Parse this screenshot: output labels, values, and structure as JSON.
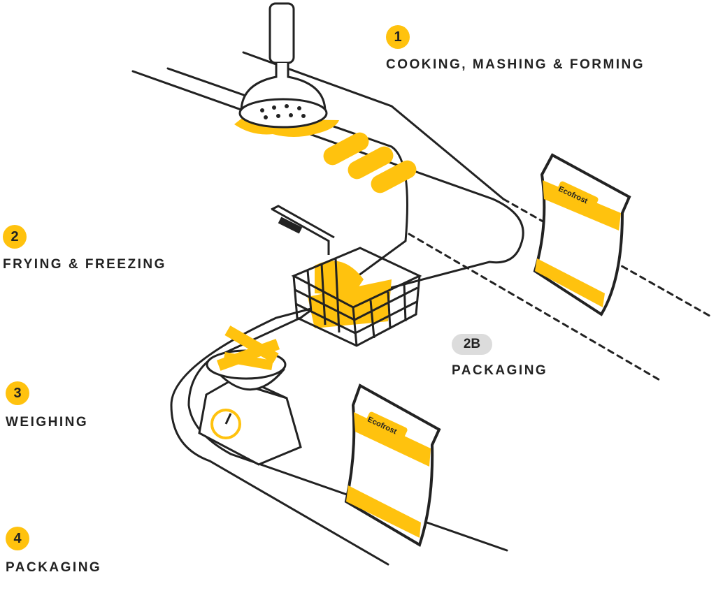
{
  "steps": [
    {
      "number": "1",
      "label": "COOKING, MASHING & FORMING"
    },
    {
      "number": "2",
      "label": "FRYING & FREEZING"
    },
    {
      "number": "3",
      "label": "WEIGHING"
    },
    {
      "number": "4",
      "label": "PACKAGING"
    },
    {
      "number": "2B",
      "label": "PACKAGING"
    }
  ],
  "brand": "Ecofrost",
  "colors": {
    "accent": "#FFC20E",
    "line": "#222222",
    "badge_alt": "#DCDCDC"
  }
}
